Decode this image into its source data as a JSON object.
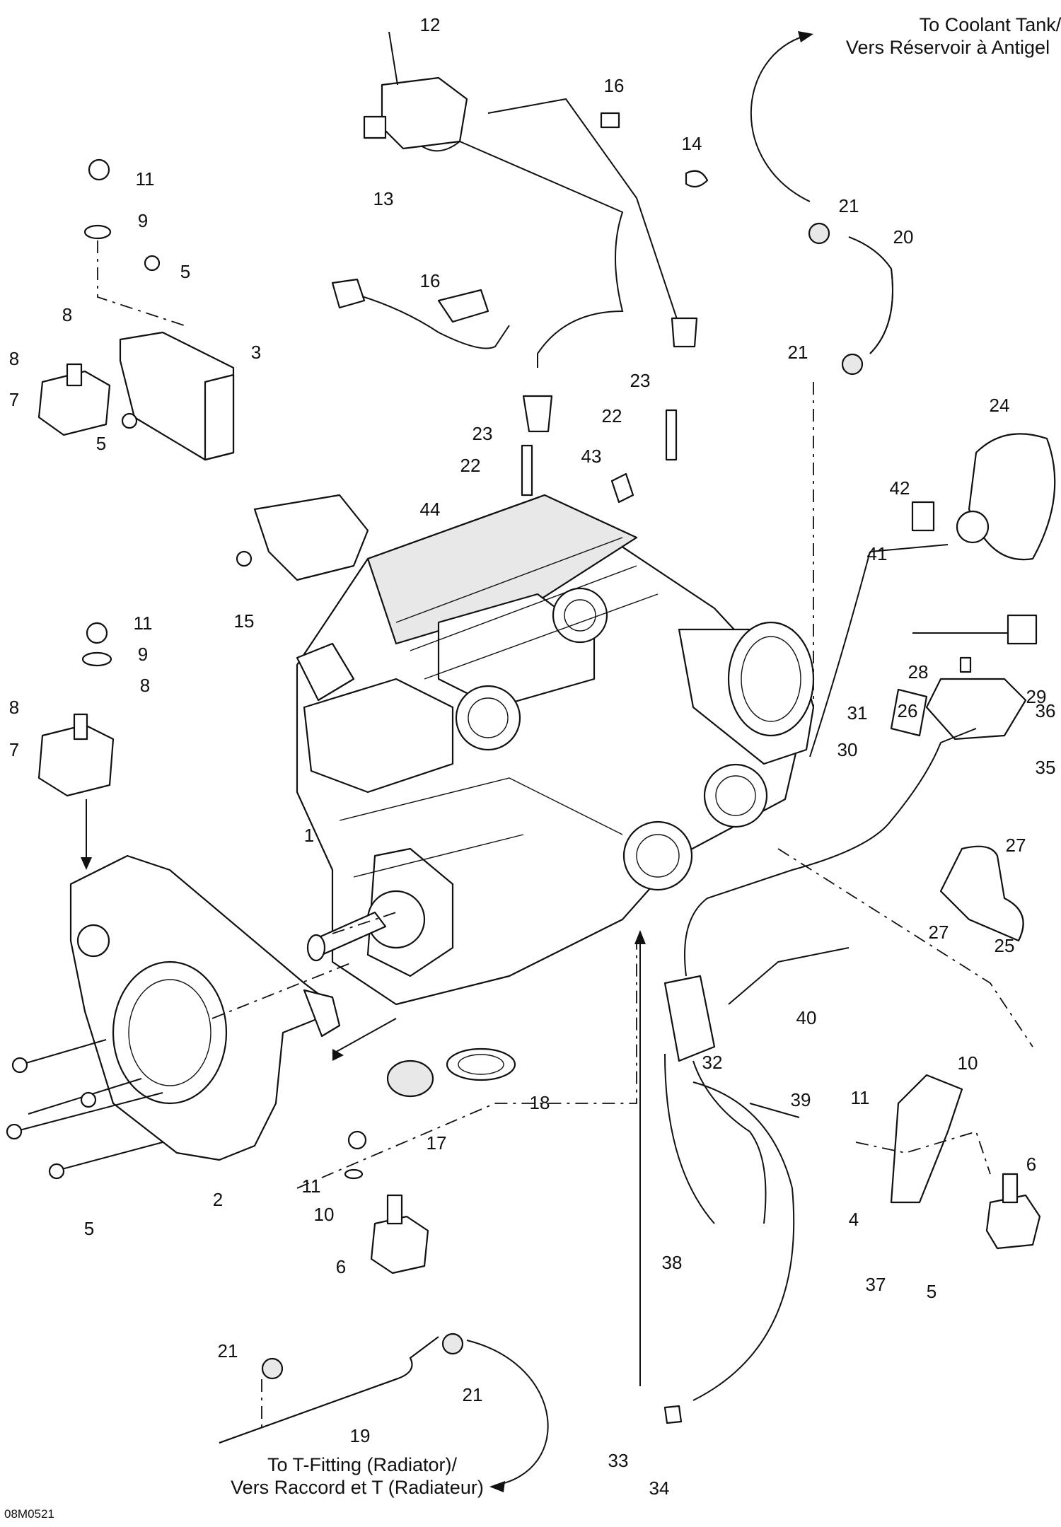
{
  "notes": {
    "coolant_tank_en": "To Coolant Tank/",
    "coolant_tank_fr": "Vers Réservoir à Antigel",
    "t_fitting_en": "To T-Fitting (Radiator)/",
    "t_fitting_fr": "Vers Raccord et T (Radiateur)",
    "drawing_code": "08M0521"
  },
  "callouts": [
    {
      "n": "12"
    },
    {
      "n": "16"
    },
    {
      "n": "14"
    },
    {
      "n": "11"
    },
    {
      "n": "9"
    },
    {
      "n": "13"
    },
    {
      "n": "5"
    },
    {
      "n": "8"
    },
    {
      "n": "8"
    },
    {
      "n": "3"
    },
    {
      "n": "7"
    },
    {
      "n": "5"
    },
    {
      "n": "16"
    },
    {
      "n": "21"
    },
    {
      "n": "20"
    },
    {
      "n": "21"
    },
    {
      "n": "23"
    },
    {
      "n": "22"
    },
    {
      "n": "23"
    },
    {
      "n": "22"
    },
    {
      "n": "43"
    },
    {
      "n": "44"
    },
    {
      "n": "24"
    },
    {
      "n": "42"
    },
    {
      "n": "41"
    },
    {
      "n": "15"
    },
    {
      "n": "11"
    },
    {
      "n": "9"
    },
    {
      "n": "8"
    },
    {
      "n": "8"
    },
    {
      "n": "7"
    },
    {
      "n": "28"
    },
    {
      "n": "29"
    },
    {
      "n": "26"
    },
    {
      "n": "31"
    },
    {
      "n": "30"
    },
    {
      "n": "36"
    },
    {
      "n": "35"
    },
    {
      "n": "1"
    },
    {
      "n": "27"
    },
    {
      "n": "27"
    },
    {
      "n": "25"
    },
    {
      "n": "40"
    },
    {
      "n": "32"
    },
    {
      "n": "10"
    },
    {
      "n": "11"
    },
    {
      "n": "18"
    },
    {
      "n": "17"
    },
    {
      "n": "39"
    },
    {
      "n": "6"
    },
    {
      "n": "2"
    },
    {
      "n": "11"
    },
    {
      "n": "10"
    },
    {
      "n": "4"
    },
    {
      "n": "5"
    },
    {
      "n": "6"
    },
    {
      "n": "38"
    },
    {
      "n": "37"
    },
    {
      "n": "5"
    },
    {
      "n": "21"
    },
    {
      "n": "21"
    },
    {
      "n": "19"
    },
    {
      "n": "33"
    },
    {
      "n": "34"
    }
  ]
}
